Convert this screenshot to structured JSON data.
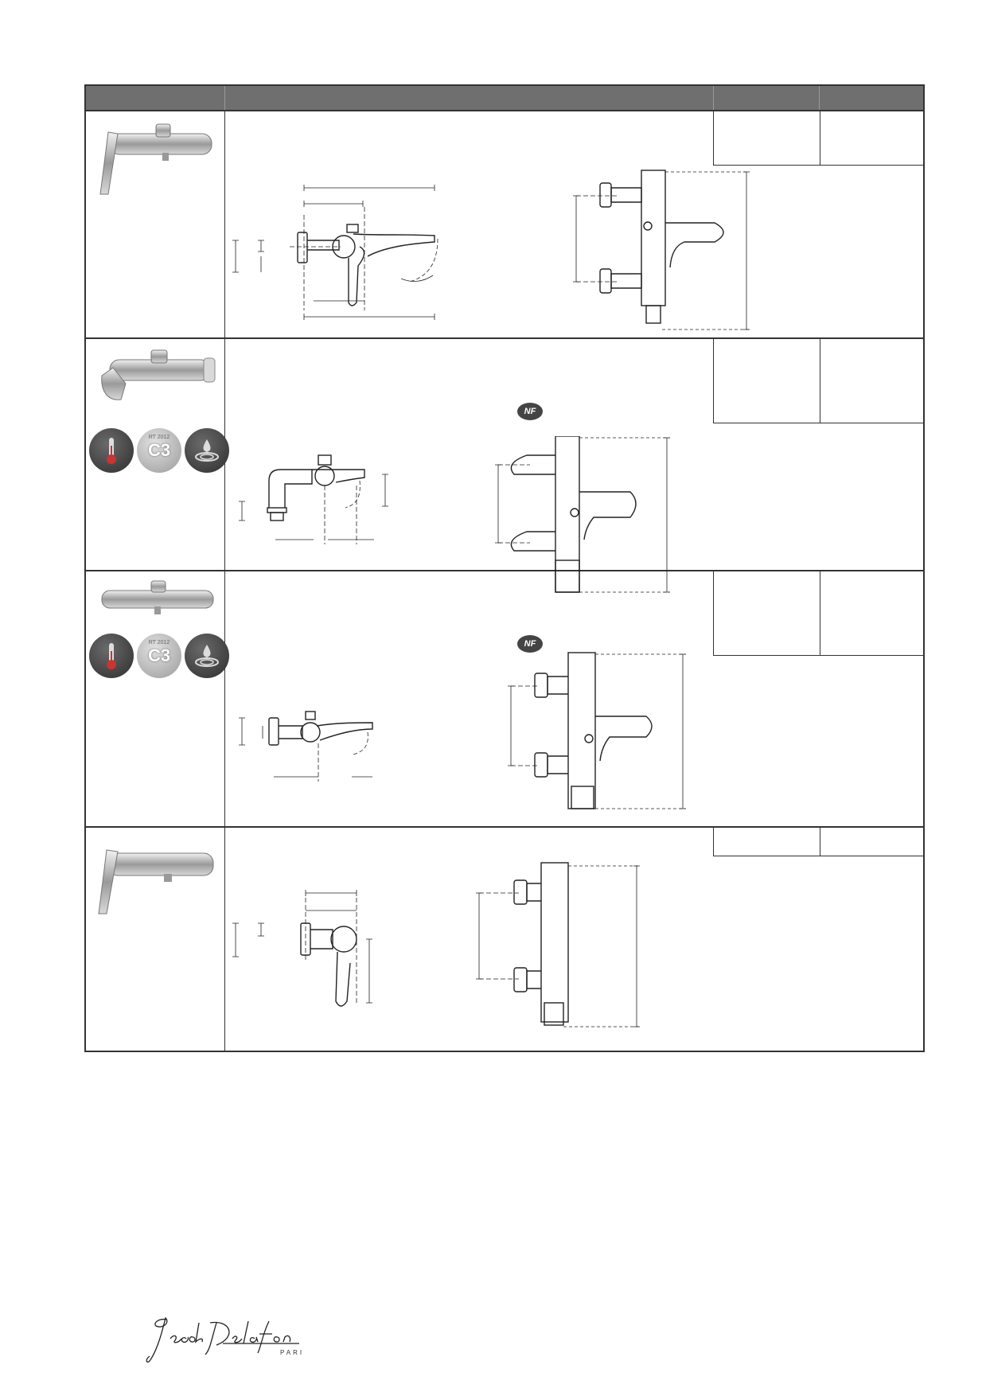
{
  "certification_mark": "NF",
  "badges": {
    "rt_label": "RT 2012",
    "class_label": "C3"
  },
  "brand": {
    "name": "Jacob Delafon",
    "city": "PARIS"
  }
}
